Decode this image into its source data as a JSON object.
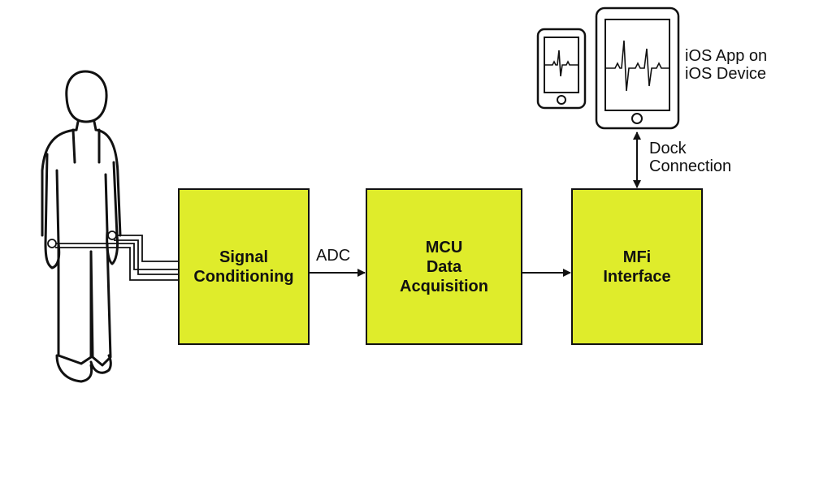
{
  "colors": {
    "box_fill": "#dfec2b",
    "stroke": "#111111",
    "background": "#ffffff"
  },
  "blocks": {
    "signal_conditioning": "Signal\nConditioning",
    "mcu": "MCU\nData\nAcquisition",
    "mfi": "MFi\nInterface"
  },
  "labels": {
    "adc": "ADC",
    "dock": "Dock\nConnection",
    "ios": "iOS App on\niOS Device"
  },
  "icons": {
    "person": "person-figure-icon",
    "phone": "smartphone-icon",
    "tablet": "tablet-icon",
    "waveform": "ecg-waveform-icon"
  }
}
